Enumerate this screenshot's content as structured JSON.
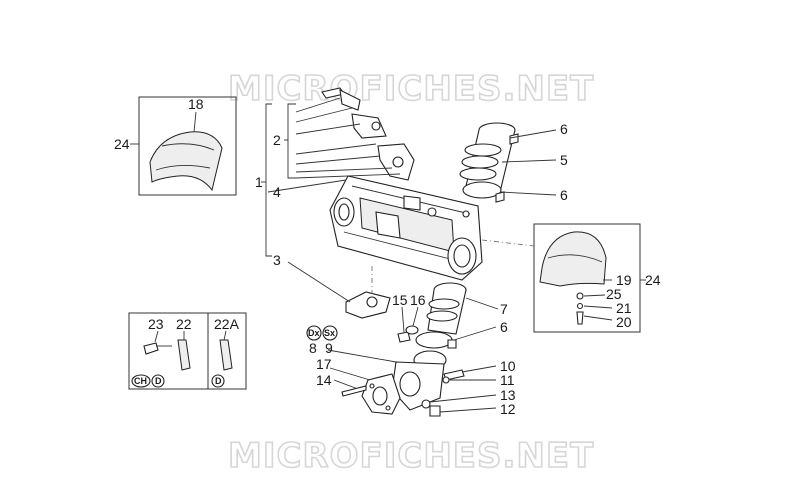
{
  "watermark": {
    "top": "MICROFICHES.NET",
    "bottom": "MICROFICHES.NET"
  },
  "labels": {
    "l1": "1",
    "l2": "2",
    "l3": "3",
    "l4": "4",
    "l5": "5",
    "l6a": "6",
    "l6b": "6",
    "l6c": "6",
    "l7": "7",
    "l8": "8",
    "l9": "9",
    "l10": "10",
    "l11": "11",
    "l12": "12",
    "l13": "13",
    "l14": "14",
    "l15": "15",
    "l16": "16",
    "l17": "17",
    "l18": "18",
    "l19": "19",
    "l20": "20",
    "l21": "21",
    "l22": "22",
    "l22a": "22A",
    "l23": "23",
    "l24a": "24",
    "l24b": "24",
    "l25": "25"
  },
  "badges": {
    "dx": "Dx",
    "sx": "Sx",
    "ch": "CH",
    "d1": "D",
    "d2": "D"
  }
}
